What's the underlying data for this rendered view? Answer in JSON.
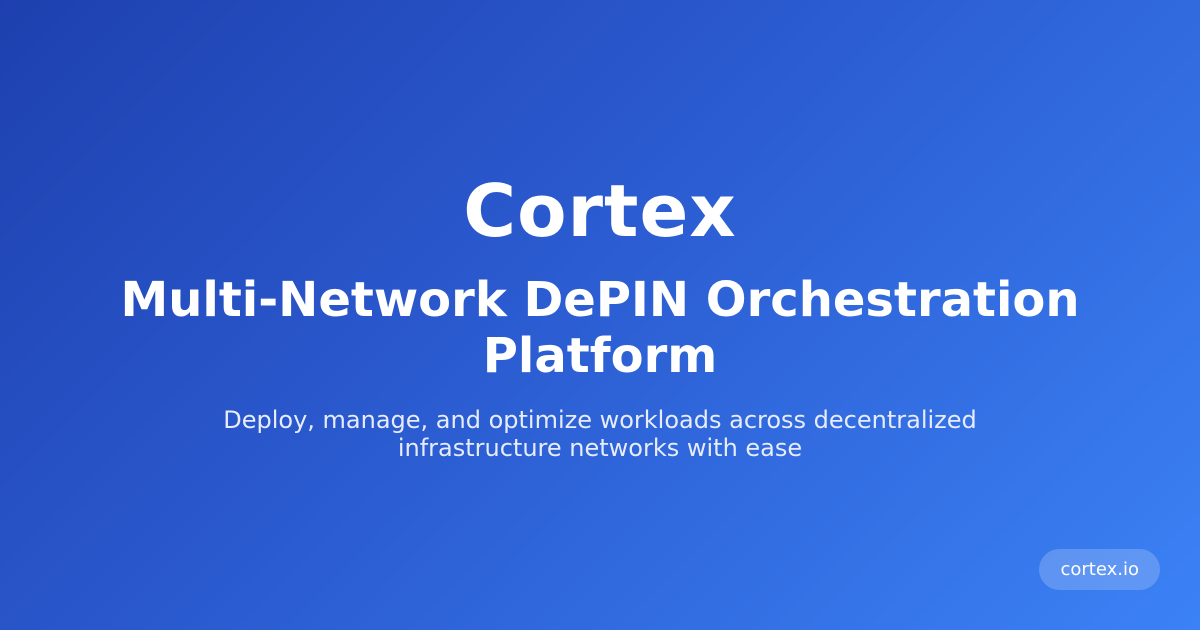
{
  "brand": {
    "name": "Cortex"
  },
  "headline": "Multi-Network DePIN Orchestration Platform",
  "tagline": "Deploy, manage, and optimize workloads across decentralized infrastructure networks with ease",
  "domain": "cortex.io",
  "colors": {
    "gradient_start": "#1e40af",
    "gradient_end": "#3b82f6",
    "text": "#ffffff"
  }
}
